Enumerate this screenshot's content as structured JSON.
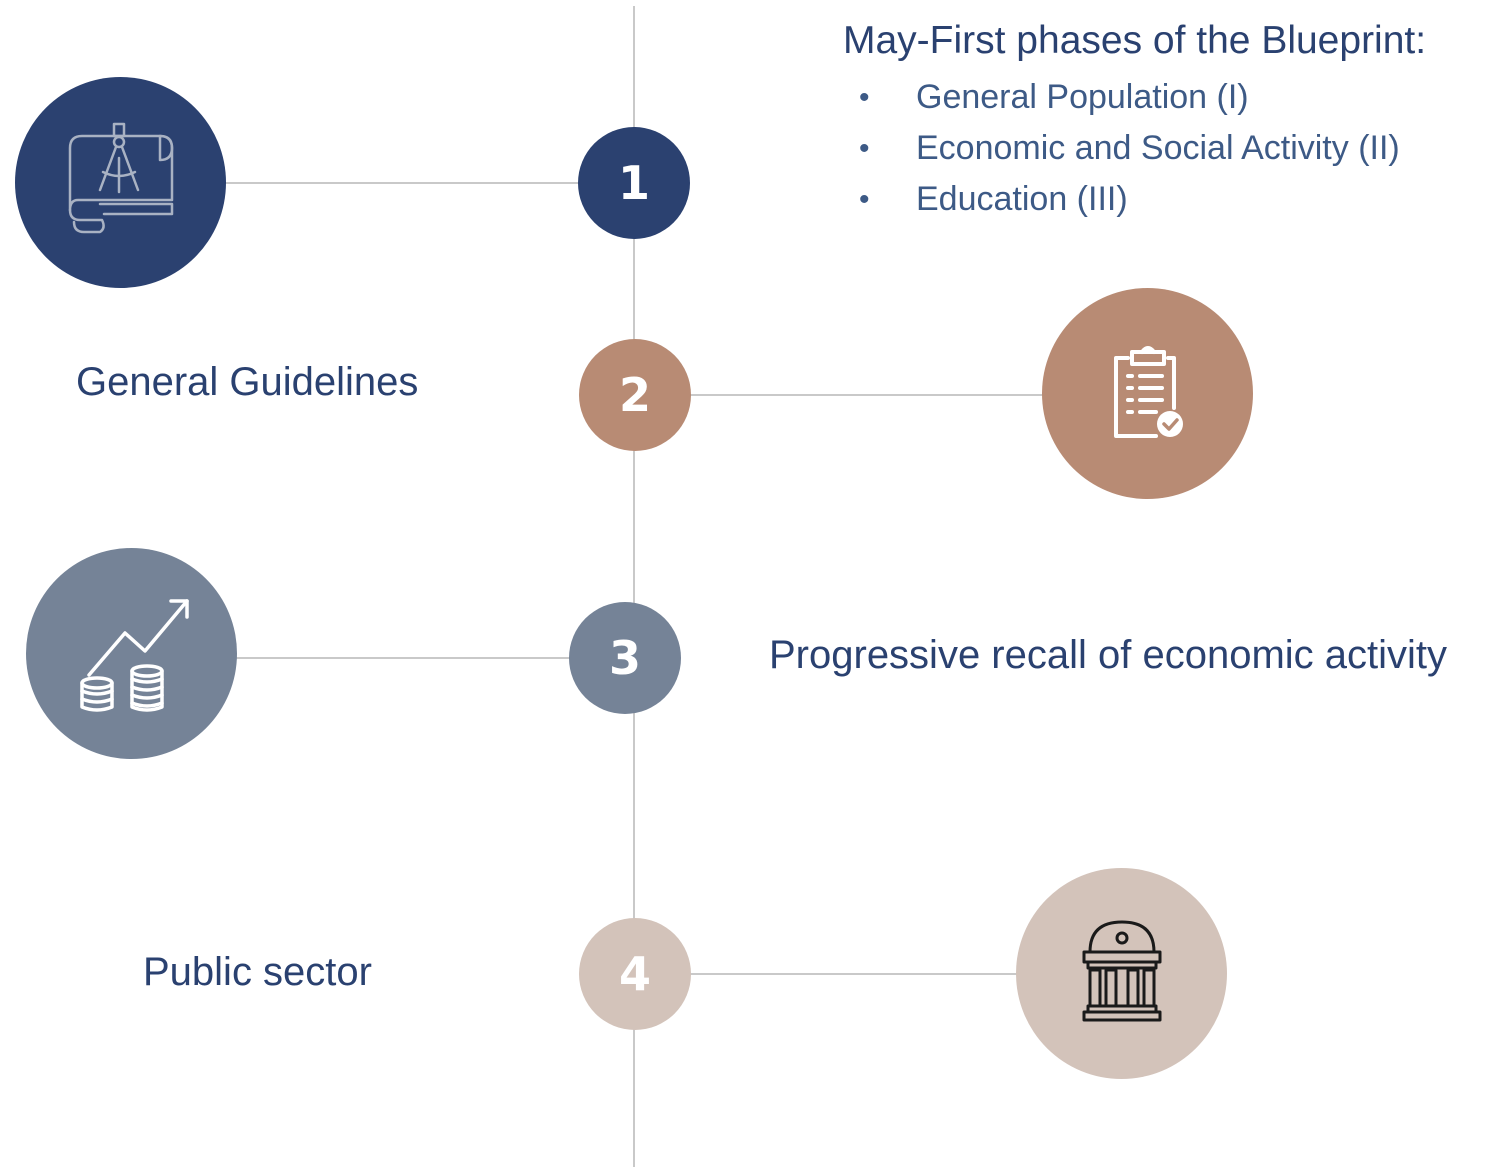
{
  "header": {
    "title": "May-First phases of the Blueprint:",
    "phases": [
      "General Population (I)",
      "Economic and Social Activity (II)",
      "Education (III)"
    ]
  },
  "steps": [
    {
      "number": "1",
      "color": "#2b4170",
      "icon": "blueprint-compass-icon"
    },
    {
      "number": "2",
      "color": "#b88b74",
      "label": "General Guidelines",
      "icon": "clipboard-checklist-icon"
    },
    {
      "number": "3",
      "color": "#758397",
      "label": "Progressive recall of economic activity",
      "icon": "growth-coins-icon"
    },
    {
      "number": "4",
      "color": "#d3c3ba",
      "label": "Public sector",
      "icon": "government-building-icon"
    }
  ]
}
